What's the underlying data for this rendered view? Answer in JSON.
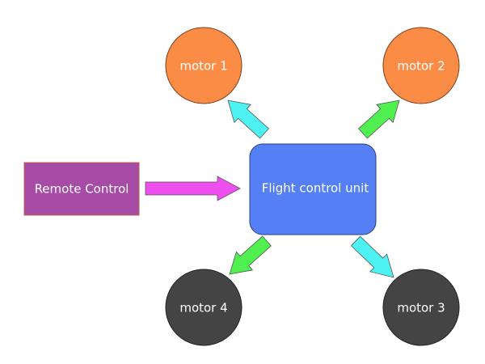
{
  "nodes": {
    "fcu": {
      "label": "Flight control unit",
      "color": "#5580f5"
    },
    "remote": {
      "label": "Remote Control",
      "color": "#a64ca6"
    },
    "motor1": {
      "label": "motor 1",
      "color": "#fa8c46"
    },
    "motor2": {
      "label": "motor 2",
      "color": "#fa8c46"
    },
    "motor3": {
      "label": "motor 3",
      "color": "#444444"
    },
    "motor4": {
      "label": "motor 4",
      "color": "#444444"
    }
  },
  "edges": [
    {
      "from": "remote",
      "to": "fcu",
      "color": "#f04ff0"
    },
    {
      "from": "fcu",
      "to": "motor1",
      "color": "#4ff2f2"
    },
    {
      "from": "fcu",
      "to": "motor2",
      "color": "#4ff04f"
    },
    {
      "from": "fcu",
      "to": "motor3",
      "color": "#4ff2f2"
    },
    {
      "from": "fcu",
      "to": "motor4",
      "color": "#4ff04f"
    }
  ]
}
